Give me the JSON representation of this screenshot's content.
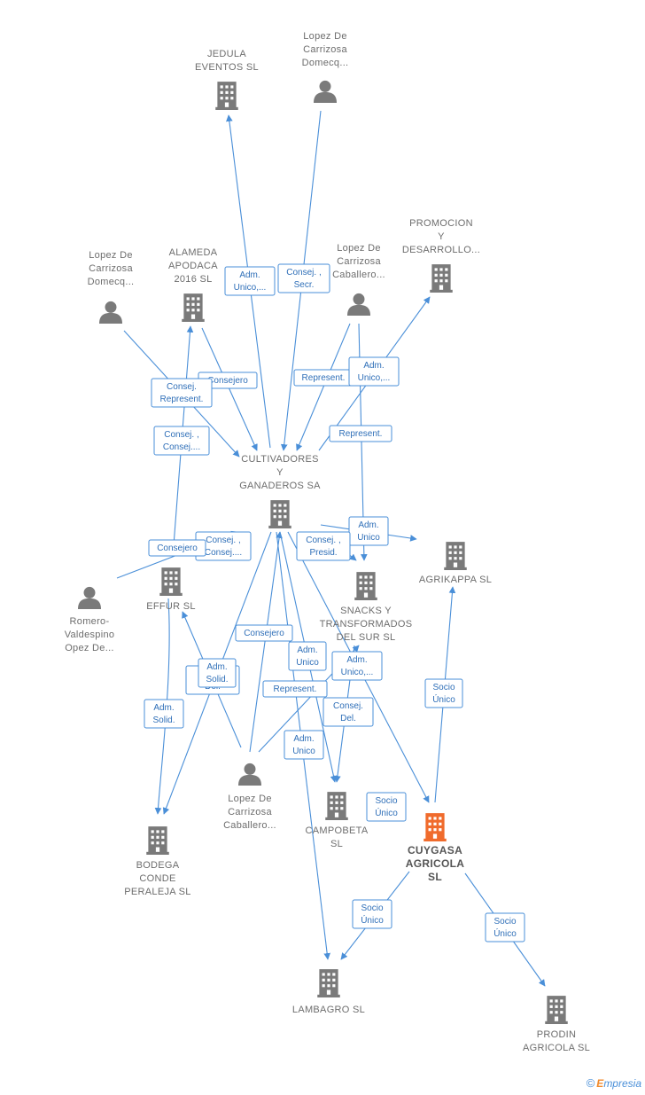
{
  "colors": {
    "edge": "#4a8fd8",
    "node": "#7a7a7a",
    "focus": "#f06b2c",
    "rel_text": "#2f6fb8"
  },
  "nodes": [
    {
      "id": "jedula",
      "type": "company",
      "label": [
        "JEDULA",
        "EVENTOS SL"
      ]
    },
    {
      "id": "lopez1",
      "type": "person",
      "label": [
        "Lopez De",
        "Carrizosa",
        "Domecq..."
      ]
    },
    {
      "id": "promocion",
      "type": "company",
      "label": [
        "PROMOCION",
        "Y",
        "DESARROLLO..."
      ]
    },
    {
      "id": "lopez2",
      "type": "person",
      "label": [
        "Lopez De",
        "Carrizosa",
        "Domecq..."
      ]
    },
    {
      "id": "alameda",
      "type": "company",
      "label": [
        "ALAMEDA",
        "APODACA",
        "2016 SL"
      ]
    },
    {
      "id": "lopez3",
      "type": "person",
      "label": [
        "Lopez De",
        "Carrizosa",
        "Caballero..."
      ]
    },
    {
      "id": "cultivadores",
      "type": "company",
      "label": [
        "CULTIVADORES",
        "Y",
        "GANADEROS SA"
      ]
    },
    {
      "id": "agrikappa",
      "type": "company",
      "label": [
        "AGRIKAPPA SL"
      ]
    },
    {
      "id": "snacks",
      "type": "company",
      "label": [
        "SNACKS Y",
        "TRANSFORMADOS",
        "DEL SUR SL"
      ]
    },
    {
      "id": "effur",
      "type": "company",
      "label": [
        "EFFUR SL"
      ]
    },
    {
      "id": "romero",
      "type": "person",
      "label": [
        "Romero-",
        "Valdespino",
        "Opez De..."
      ]
    },
    {
      "id": "lopez4",
      "type": "person",
      "label": [
        "Lopez De",
        "Carrizosa",
        "Caballero..."
      ]
    },
    {
      "id": "campobeta",
      "type": "company",
      "label": [
        "CAMPOBETA",
        "SL"
      ]
    },
    {
      "id": "cuygasa",
      "type": "focus",
      "label": [
        "CUYGASA",
        "AGRICOLA",
        "SL"
      ]
    },
    {
      "id": "bodega",
      "type": "company",
      "label": [
        "BODEGA",
        "CONDE",
        "PERALEJA SL"
      ]
    },
    {
      "id": "lambagro",
      "type": "company",
      "label": [
        "LAMBAGRO SL"
      ]
    },
    {
      "id": "prodin",
      "type": "company",
      "label": [
        "PRODIN",
        "AGRICOLA SL"
      ]
    }
  ],
  "relations": [
    {
      "lines": [
        "Adm.",
        "Unico,..."
      ]
    },
    {
      "lines": [
        "Consej. ,",
        "Secr."
      ]
    },
    {
      "lines": [
        "Consejero"
      ]
    },
    {
      "lines": [
        "Consej.",
        "Represent."
      ]
    },
    {
      "lines": [
        "Represent."
      ]
    },
    {
      "lines": [
        "Adm.",
        "Unico,..."
      ]
    },
    {
      "lines": [
        "Represent."
      ]
    },
    {
      "lines": [
        "Consej. ,",
        "Consej...."
      ]
    },
    {
      "lines": [
        "Consej. ,",
        "Consej...."
      ]
    },
    {
      "lines": [
        "Consejero"
      ]
    },
    {
      "lines": [
        "Adm.",
        "Unico"
      ]
    },
    {
      "lines": [
        "Consej. ,",
        "Presid."
      ]
    },
    {
      "lines": [
        "Consejero"
      ]
    },
    {
      "lines": [
        "Consej.",
        "Del."
      ]
    },
    {
      "lines": [
        "Adm.",
        "Solid."
      ]
    },
    {
      "lines": [
        "Adm.",
        "Solid."
      ]
    },
    {
      "lines": [
        "Adm.",
        "Unico"
      ]
    },
    {
      "lines": [
        "Adm.",
        "Unico,..."
      ]
    },
    {
      "lines": [
        "Represent."
      ]
    },
    {
      "lines": [
        "Consej.",
        "Del."
      ]
    },
    {
      "lines": [
        "Adm.",
        "Unico"
      ]
    },
    {
      "lines": [
        "Socio",
        "Único"
      ]
    },
    {
      "lines": [
        "Socio",
        "Único"
      ]
    },
    {
      "lines": [
        "Socio",
        "Único"
      ]
    },
    {
      "lines": [
        "Socio",
        "Único"
      ]
    }
  ],
  "footer": {
    "copyright": "©",
    "brand_first": "E",
    "brand_rest": "mpresia"
  }
}
